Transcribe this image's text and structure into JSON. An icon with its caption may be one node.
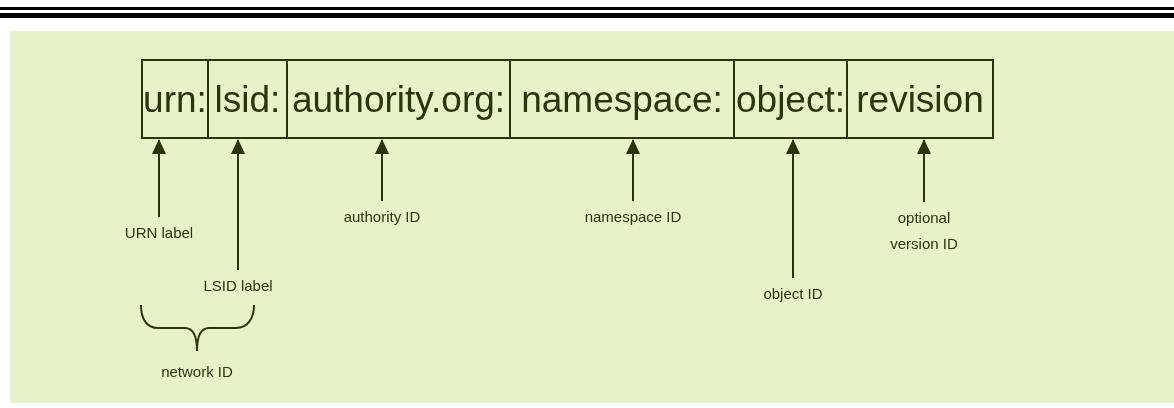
{
  "diagram": {
    "nodes": [
      {
        "text": [
          "urn:"
        ]
      },
      {
        "text": [
          "lsid:"
        ]
      },
      {
        "text": [
          "authority.org:"
        ]
      },
      {
        "text": [
          "namespace:"
        ]
      },
      {
        "text": [
          "object:"
        ]
      },
      {
        "text": [
          "revision"
        ]
      },
      {
        "text": [
          "URN label"
        ]
      },
      {
        "text": [
          "LSID label"
        ]
      },
      {
        "text": [
          "authority ID"
        ]
      },
      {
        "text": [
          "namespace ID"
        ]
      },
      {
        "text": [
          "object ID"
        ]
      },
      {
        "text": [
          "optional version ID"
        ]
      }
    ],
    "edges": [
      {
        "from": 6,
        "to": 0,
        "arrow": "to"
      },
      {
        "from": 7,
        "to": 1,
        "arrow": "to"
      },
      {
        "from": 8,
        "to": 2,
        "arrow": "to"
      },
      {
        "from": 9,
        "to": 3,
        "arrow": "to"
      },
      {
        "from": 10,
        "to": 4,
        "arrow": "to"
      },
      {
        "from": 11,
        "to": 5,
        "arrow": "to"
      }
    ],
    "labels": [
      "network ID"
    ]
  }
}
